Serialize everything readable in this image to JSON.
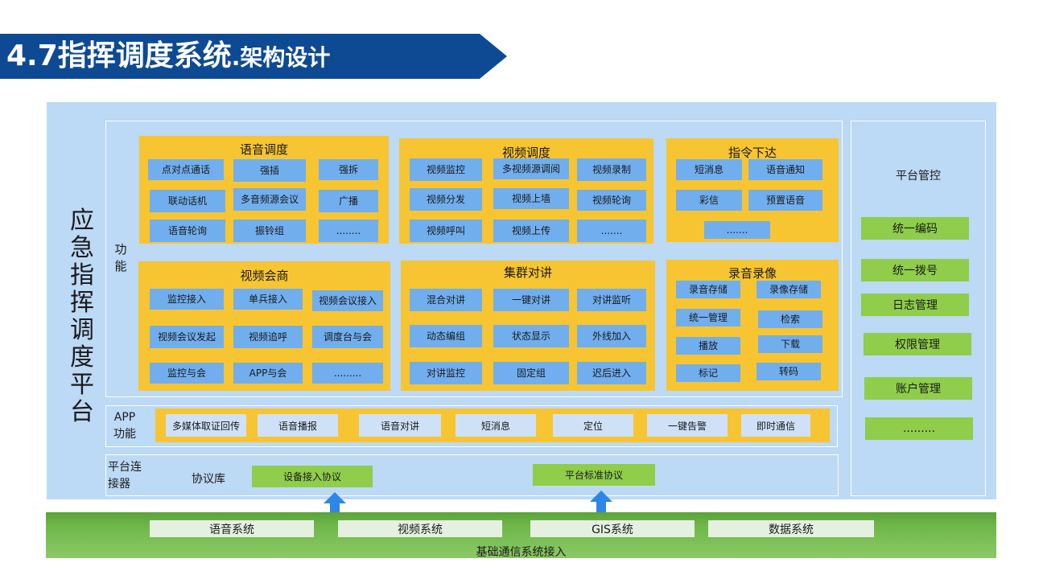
{
  "title": {
    "main": "4.7指挥调度系统",
    "sub": ".架构设计"
  },
  "platform_title": "应急指挥调度平台",
  "labels": {
    "function": "功能",
    "app_function_line1": "APP",
    "app_function_line2": "功能",
    "connector_line1": "平台连",
    "connector_line2": "接器",
    "protocol_lib": "协议库"
  },
  "groups": {
    "voice_dispatch": {
      "title": "语音调度",
      "items": [
        "点对点通话",
        "强插",
        "强拆",
        "联动话机",
        "多音频源会议",
        "广播",
        "语音轮询",
        "振铃组",
        "........"
      ]
    },
    "video_dispatch": {
      "title": "视频调度",
      "items": [
        "视频监控",
        "多视频源调阅",
        "视频录制",
        "视频分发",
        "视频上墙",
        "视频轮询",
        "视频呼叫",
        "视频上传",
        "......."
      ]
    },
    "command_issue": {
      "title": "指令下达",
      "items": [
        "短消息",
        "语音通知",
        "彩信",
        "预置语音",
        "......."
      ]
    },
    "video_conference": {
      "title": "视频会商",
      "items": [
        "监控接入",
        "单兵接入",
        "视频会议接入",
        "视频会议发起",
        "视频追呼",
        "调度台与会",
        "监控与会",
        "APP与会",
        "........."
      ]
    },
    "cluster_talk": {
      "title": "集群对讲",
      "items": [
        "混合对讲",
        "一键对讲",
        "对讲监听",
        "动态编组",
        "状态显示",
        "外线加入",
        "对讲监控",
        "固定组",
        "迟后进入"
      ]
    },
    "recording": {
      "title": "录音录像",
      "items": [
        "录音存储",
        "录像存储",
        "统一管理",
        "检索",
        "播放",
        "下载",
        "标记",
        "转码"
      ]
    }
  },
  "app_items": [
    "多媒体取证回传",
    "语音播报",
    "语音对讲",
    "短消息",
    "定位",
    "一键告警",
    "即时通信"
  ],
  "protocols": [
    "设备接入协议",
    "平台标准协议"
  ],
  "management": {
    "title": "平台管控",
    "items": [
      "统一编码",
      "统一拨号",
      "日志管理",
      "权限管理",
      "账户管理",
      "........."
    ]
  },
  "base_systems": [
    "语音系统",
    "视频系统",
    "GIS系统",
    "数据系统"
  ],
  "base_label": "基础通信系统接入",
  "colors": {
    "banner": "#0e4a94",
    "panel": "#bcd9f5",
    "group": "#f7c531",
    "button": "#71aeee",
    "green": "#8fcd4a",
    "arrow": "#2e86e6"
  }
}
